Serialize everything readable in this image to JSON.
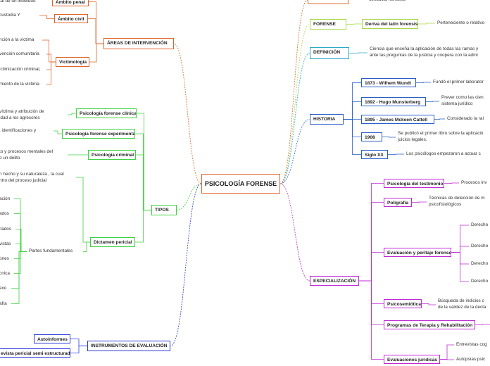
{
  "central": {
    "label": "PSICOLOGÍA FORENSE"
  },
  "colors": {
    "areas": "#e0642a",
    "tipos": "#3fd13f",
    "instrumentos": "#2a3ad6",
    "forense": "#a8d84a",
    "definicion": "#2aa9c9",
    "historia": "#2a5fc9",
    "especializacion": "#c02ad6",
    "orange_top": "#e0642a"
  },
  "nodes": [
    {
      "id": "areas",
      "label": "ÁREAS DE INTERVENCIÓN",
      "group": "areas",
      "style": "box"
    },
    {
      "id": "a_penal",
      "label": "Ámbito penal",
      "group": "areas",
      "style": "box"
    },
    {
      "id": "a_civil",
      "label": "Ámbito civil",
      "group": "areas",
      "style": "box"
    },
    {
      "id": "victimologia",
      "label": "Victimología",
      "group": "areas",
      "style": "box"
    },
    {
      "id": "a_penal_d",
      "label": "tal de un individuo",
      "group": "areas",
      "style": "plain"
    },
    {
      "id": "a_civil_d",
      "label": "custodia Y",
      "group": "areas",
      "style": "plain"
    },
    {
      "id": "v1",
      "label": "nción a la víctima",
      "group": "areas",
      "style": "plain"
    },
    {
      "id": "v2",
      "label": "vención comunitaria",
      "group": "areas",
      "style": "plain"
    },
    {
      "id": "v3",
      "label": "ictimización criminal,",
      "group": "areas",
      "style": "plain"
    },
    {
      "id": "v4",
      "label": "miento de la víctima",
      "group": "areas",
      "style": "plain"
    },
    {
      "id": "tipos",
      "label": "TIPOS",
      "group": "tipos",
      "style": "box"
    },
    {
      "id": "t_clinica",
      "label": "Psicología forense clínica",
      "group": "tipos",
      "style": "box"
    },
    {
      "id": "t_exper",
      "label": "Psicología forense experimental",
      "group": "tipos",
      "style": "box"
    },
    {
      "id": "t_criminal",
      "label": "Psicología criminal",
      "group": "tipos",
      "style": "box"
    },
    {
      "id": "t_dictamen",
      "label": "Dictamen pericial",
      "group": "tipos",
      "style": "box"
    },
    {
      "id": "t_partes",
      "label": "Partes fundamentales",
      "group": "tipos",
      "style": "plain"
    },
    {
      "id": "t_clinica_d",
      "label": "víctima y atribución de\nidad a los agresores",
      "group": "tipos",
      "style": "plain"
    },
    {
      "id": "t_exper_d",
      "label": ", identificaciones y",
      "group": "tipos",
      "style": "plain"
    },
    {
      "id": "t_criminal_d",
      "label": "to y procesos mentales del\no un delito",
      "group": "tipos",
      "style": "plain"
    },
    {
      "id": "t_dictamen_d",
      "label": "n hecho y su naturaleza , la cual\nntro del proceso judicial",
      "group": "tipos",
      "style": "plain"
    },
    {
      "id": "p1",
      "label": "ación",
      "group": "tipos",
      "style": "plain"
    },
    {
      "id": "p2",
      "label": "ados",
      "group": "tipos",
      "style": "plain"
    },
    {
      "id": "p3",
      "label": "ltados",
      "group": "tipos",
      "style": "plain"
    },
    {
      "id": "p4",
      "label": "vistas",
      "group": "tipos",
      "style": "plain"
    },
    {
      "id": "p5",
      "label": "ones",
      "group": "tipos",
      "style": "plain"
    },
    {
      "id": "p6",
      "label": "cnica",
      "group": "tipos",
      "style": "plain"
    },
    {
      "id": "p7",
      "label": "exo",
      "group": "tipos",
      "style": "plain"
    },
    {
      "id": "p8",
      "label": "afía",
      "group": "tipos",
      "style": "plain"
    },
    {
      "id": "instrumentos",
      "label": "INSTRUMENTOS DE EVALUACIÓN",
      "group": "instrumentos",
      "style": "box"
    },
    {
      "id": "i_auto",
      "label": "Autoinformes",
      "group": "instrumentos",
      "style": "box"
    },
    {
      "id": "i_entrev",
      "label": "evista pericial semi estructurada",
      "group": "instrumentos",
      "style": "box"
    },
    {
      "id": "forense",
      "label": "FORENSE",
      "group": "forense",
      "style": "box"
    },
    {
      "id": "f_deriva",
      "label": "Deriva del latín forensis",
      "group": "forense",
      "style": "box"
    },
    {
      "id": "f_pert",
      "label": "Perteneciente o relativo",
      "group": "forense",
      "style": "plain"
    },
    {
      "id": "top_orange",
      "label": "",
      "group": "orange_top",
      "style": "box"
    },
    {
      "id": "top_orange_d",
      "label": "conducta humana.",
      "group": "orange_top",
      "style": "plain"
    },
    {
      "id": "definicion",
      "label": "DEFINICIÓN",
      "group": "definicion",
      "style": "box"
    },
    {
      "id": "d_text",
      "label": "Ciencia que enseña la aplicación de todas las ramas y\nante las preguntas de la justicia y coopera con la admi",
      "group": "definicion",
      "style": "plain"
    },
    {
      "id": "historia",
      "label": "HISTORIA",
      "group": "historia",
      "style": "box"
    },
    {
      "id": "h1873",
      "label": "1873 - Wilhem Wundt",
      "group": "historia",
      "style": "box"
    },
    {
      "id": "h1892",
      "label": "1892 - Hugo Munsterberg",
      "group": "historia",
      "style": "box"
    },
    {
      "id": "h1895",
      "label": "1895 - James Mckeen Cattell",
      "group": "historia",
      "style": "box"
    },
    {
      "id": "h1908",
      "label": "1908",
      "group": "historia",
      "style": "box"
    },
    {
      "id": "hxx",
      "label": "Siglo XX",
      "group": "historia",
      "style": "box"
    },
    {
      "id": "h1873_d",
      "label": "Fundó el primer laborator",
      "group": "historia",
      "style": "plain"
    },
    {
      "id": "h1892_d",
      "label": "Prever como las cien\nsistema jurídico",
      "group": "historia",
      "style": "plain"
    },
    {
      "id": "h1895_d",
      "label": "Considerado la raí",
      "group": "historia",
      "style": "plain"
    },
    {
      "id": "h1908_d",
      "label": "Se publicó el primer libro sobre la aplicació\njuicios legales.",
      "group": "historia",
      "style": "plain"
    },
    {
      "id": "hxx_d",
      "label": "Los psicólogos empezaron a actuar c",
      "group": "historia",
      "style": "plain"
    },
    {
      "id": "especializacion",
      "label": "ESPECIALIZACIÓN",
      "group": "especializacion",
      "style": "box"
    },
    {
      "id": "e_test",
      "label": "Psicología del testimonio",
      "group": "especializacion",
      "style": "box"
    },
    {
      "id": "e_poli",
      "label": "Poligrafía",
      "group": "especializacion",
      "style": "box"
    },
    {
      "id": "e_eval",
      "label": "Evaluación y peritaje forense",
      "group": "especializacion",
      "style": "box"
    },
    {
      "id": "e_semio",
      "label": "Psicosemiótica",
      "group": "especializacion",
      "style": "box"
    },
    {
      "id": "e_prog",
      "label": "Programas de Terapia y Rehabilitación",
      "group": "especializacion",
      "style": "box"
    },
    {
      "id": "e_evj",
      "label": "Evaluaciones jurídicas",
      "group": "especializacion",
      "style": "box"
    },
    {
      "id": "e_test_d",
      "label": "Procesos inv",
      "group": "especializacion",
      "style": "plain"
    },
    {
      "id": "e_poli_d",
      "label": "Técnicas de detección de m\npsicofisiológicos",
      "group": "especializacion",
      "style": "plain"
    },
    {
      "id": "e_d1",
      "label": "Derecho",
      "group": "especializacion",
      "style": "plain"
    },
    {
      "id": "e_d2",
      "label": "Derecho",
      "group": "especializacion",
      "style": "plain"
    },
    {
      "id": "e_d3",
      "label": "Derecho",
      "group": "especializacion",
      "style": "plain"
    },
    {
      "id": "e_d4",
      "label": "Derecho",
      "group": "especializacion",
      "style": "plain"
    },
    {
      "id": "e_semio_d",
      "label": "Búsqueda de indicios c\nde la validez de la decla",
      "group": "especializacion",
      "style": "plain"
    },
    {
      "id": "e_prog_d",
      "label": "",
      "group": "especializacion",
      "style": "plain"
    },
    {
      "id": "e_evj_d1",
      "label": "Entrevistas cog",
      "group": "especializacion",
      "style": "plain"
    },
    {
      "id": "e_evj_d2",
      "label": "Autopsias psic",
      "group": "especializacion",
      "style": "plain"
    }
  ],
  "links": [
    [
      "central",
      "areas"
    ],
    [
      "central",
      "tipos"
    ],
    [
      "central",
      "instrumentos"
    ],
    [
      "central",
      "forense"
    ],
    [
      "central",
      "definicion"
    ],
    [
      "central",
      "historia"
    ],
    [
      "central",
      "especializacion"
    ],
    [
      "central",
      "top_orange"
    ],
    [
      "areas",
      "a_penal"
    ],
    [
      "areas",
      "a_civil"
    ],
    [
      "areas",
      "victimologia"
    ],
    [
      "a_penal",
      "a_penal_d"
    ],
    [
      "a_civil",
      "a_civil_d"
    ],
    [
      "victimologia",
      "v1"
    ],
    [
      "victimologia",
      "v2"
    ],
    [
      "victimologia",
      "v3"
    ],
    [
      "victimologia",
      "v4"
    ],
    [
      "tipos",
      "t_clinica"
    ],
    [
      "tipos",
      "t_exper"
    ],
    [
      "tipos",
      "t_criminal"
    ],
    [
      "tipos",
      "t_dictamen"
    ],
    [
      "t_clinica",
      "t_clinica_d"
    ],
    [
      "t_exper",
      "t_exper_d"
    ],
    [
      "t_criminal",
      "t_criminal_d"
    ],
    [
      "t_dictamen",
      "t_dictamen_d"
    ],
    [
      "t_dictamen",
      "t_partes"
    ],
    [
      "t_partes",
      "p1"
    ],
    [
      "t_partes",
      "p2"
    ],
    [
      "t_partes",
      "p3"
    ],
    [
      "t_partes",
      "p4"
    ],
    [
      "t_partes",
      "p5"
    ],
    [
      "t_partes",
      "p6"
    ],
    [
      "t_partes",
      "p7"
    ],
    [
      "t_partes",
      "p8"
    ],
    [
      "instrumentos",
      "i_auto"
    ],
    [
      "instrumentos",
      "i_entrev"
    ],
    [
      "forense",
      "f_deriva"
    ],
    [
      "f_deriva",
      "f_pert"
    ],
    [
      "definicion",
      "d_text"
    ],
    [
      "historia",
      "h1873"
    ],
    [
      "historia",
      "h1892"
    ],
    [
      "historia",
      "h1895"
    ],
    [
      "historia",
      "h1908"
    ],
    [
      "historia",
      "hxx"
    ],
    [
      "h1873",
      "h1873_d"
    ],
    [
      "h1892",
      "h1892_d"
    ],
    [
      "h1895",
      "h1895_d"
    ],
    [
      "h1908",
      "h1908_d"
    ],
    [
      "hxx",
      "hxx_d"
    ],
    [
      "especializacion",
      "e_test"
    ],
    [
      "especializacion",
      "e_poli"
    ],
    [
      "especializacion",
      "e_eval"
    ],
    [
      "especializacion",
      "e_semio"
    ],
    [
      "especializacion",
      "e_prog"
    ],
    [
      "especializacion",
      "e_evj"
    ],
    [
      "e_test",
      "e_test_d"
    ],
    [
      "e_poli",
      "e_poli_d"
    ],
    [
      "e_eval",
      "e_d1"
    ],
    [
      "e_eval",
      "e_d2"
    ],
    [
      "e_eval",
      "e_d3"
    ],
    [
      "e_eval",
      "e_d4"
    ],
    [
      "e_semio",
      "e_semio_d"
    ],
    [
      "e_prog",
      "e_prog_d"
    ],
    [
      "e_evj",
      "e_evj_d1"
    ],
    [
      "e_evj",
      "e_evj_d2"
    ]
  ]
}
